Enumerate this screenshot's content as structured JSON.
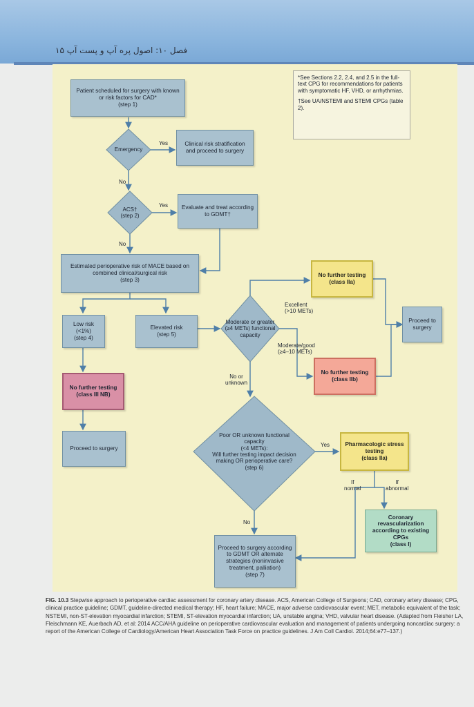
{
  "page_header": "فصل ۱۰: اصول پره آپ و پست آپ ۱۵",
  "note": {
    "line1": "*See Sections 2.2, 2.4, and 2.5 in the full-text CPG for recommendations for patients with symptomatic HF, VHD, or arrhythmias.",
    "line2": "†See UA/NSTEMI and STEMI CPGs (table 2)."
  },
  "nodes": {
    "step1": "Patient scheduled for surgery with known or risk factors for CAD*\n(step 1)",
    "emergency": "Emergency",
    "clinical_risk": "Clinical risk stratification and proceed to surgery",
    "acs": "ACS†\n(step 2)",
    "evaluate": "Evaluate and treat according to GDMT†",
    "step3": "Estimated perioperative risk of MACE based on combined clinical/surgical risk\n(step 3)",
    "low_risk": "Low risk (<1%)\n(step 4)",
    "elevated_risk": "Elevated risk\n(step 5)",
    "moderate": "Moderate or greater\n(≥4 METs) functional capacity",
    "no_further_2a": "No further testing\n(class IIa)",
    "no_further_2b": "No further testing\n(class IIb)",
    "proceed_surgery_right": "Proceed to surgery",
    "no_further_3": "No further testing\n(class III NB)",
    "proceed_surgery_left": "Proceed to surgery",
    "step6": "Poor OR unknown functional capacity\n(<4 METs):\nWill further testing impact decision making OR perioperative care?\n(step 6)",
    "pharm": "Pharmacologic stress testing\n(class IIa)",
    "coronary": "Coronary revascularization according to existing CPGs\n(class I)",
    "step7": "Proceed to surgery according to GDMT OR alternate strategies (noninvasive treatment, palliation)\n(step 7)"
  },
  "labels": {
    "yes_1": "Yes",
    "no_1": "No",
    "yes_2": "Yes",
    "no_2": "No",
    "excellent": "Excellent\n(>10 METs)",
    "moderate_good": "Moderate/good\n(≥4–10 METs)",
    "no_unknown": "No or\nunknown",
    "yes_3": "Yes",
    "no_3": "No",
    "if_normal": "If\nnormal",
    "if_abnormal": "If\nabnormal"
  },
  "caption": {
    "fig": "FIG. 10.3",
    "text": "Stepwise approach to perioperative cardiac assessment for coronary artery disease. ACS, American College of Surgeons; CAD, coronary artery disease; CPG, clinical practice guideline; GDMT, guideline-directed medical therapy; HF, heart failure; MACE, major adverse cardiovascular event; MET, metabolic equivalent of the task; NSTEMI, non-ST-elevation myocardial infarction; STEMI, ST-elevation myocardial infarction; UA, unstable angina; VHD, valvular heart disease. (Adapted from Fleisher LA, Fleischmann KE, Auerbach AD, et al: 2014 ACC/AHA guideline on perioperative cardiovascular evaluation and management of patients undergoing noncardiac surgery: a report of the American College of Cardiology/American Heart Association Task Force on practice guidelines. J Am Coll Cardiol. 2014;64:e77–137.)"
  },
  "colors": {
    "panel": "#f4f1c9",
    "blue_box": "#a9c1cf",
    "green_box": "#b2dcc6",
    "yellow_box": "#f4e58b",
    "salmon_box": "#f4a898",
    "pink_box": "#d990a6",
    "connector": "#4f7fa8"
  }
}
